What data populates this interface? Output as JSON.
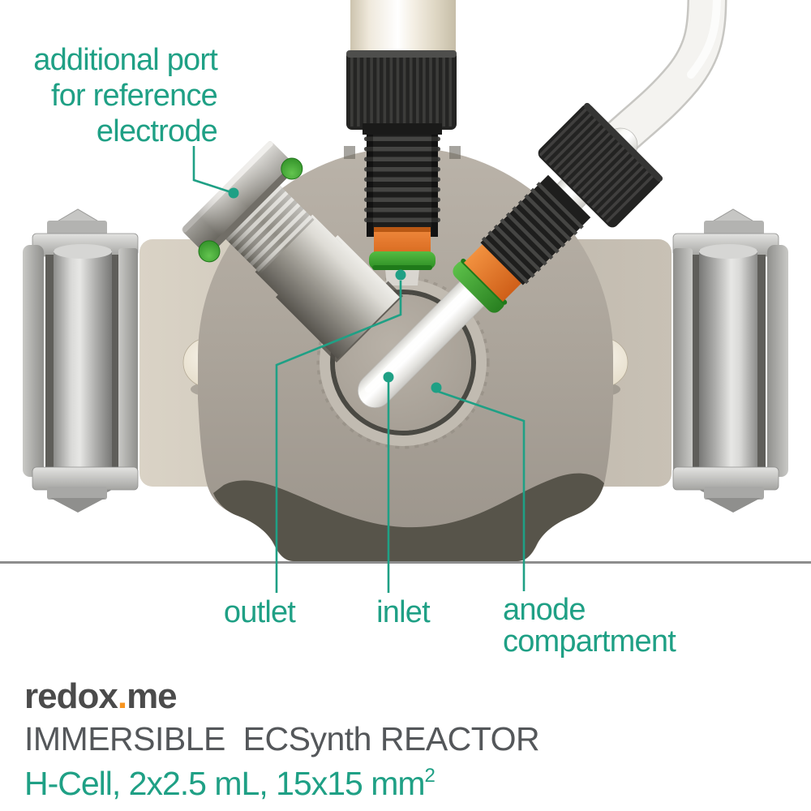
{
  "annotations": {
    "reference_port": {
      "line1": "additional port",
      "line2": "for reference",
      "line3": "electrode"
    },
    "outlet": "outlet",
    "inlet": "inlet",
    "anode": {
      "line1": "anode",
      "line2": "compartment"
    }
  },
  "footer": {
    "brand": {
      "part1": "redox",
      "dot": ".",
      "part2": "me"
    },
    "title": "IMMERSIBLE  ECSynth REACTOR",
    "subtitle": "H-Cell, 2x2.5 mL, 15x15 mm",
    "subtitle_sup": "2"
  },
  "colors": {
    "annotation_teal": "#1FA085",
    "logo_dot_orange": "#F7941E",
    "seal_orange": "#E97B28",
    "oring_green": "#3AA834",
    "body_taupe": "#AAA399",
    "title_gray": "#54575A",
    "brand_gray": "#4B4B4B",
    "background": "#FFFFFF"
  }
}
